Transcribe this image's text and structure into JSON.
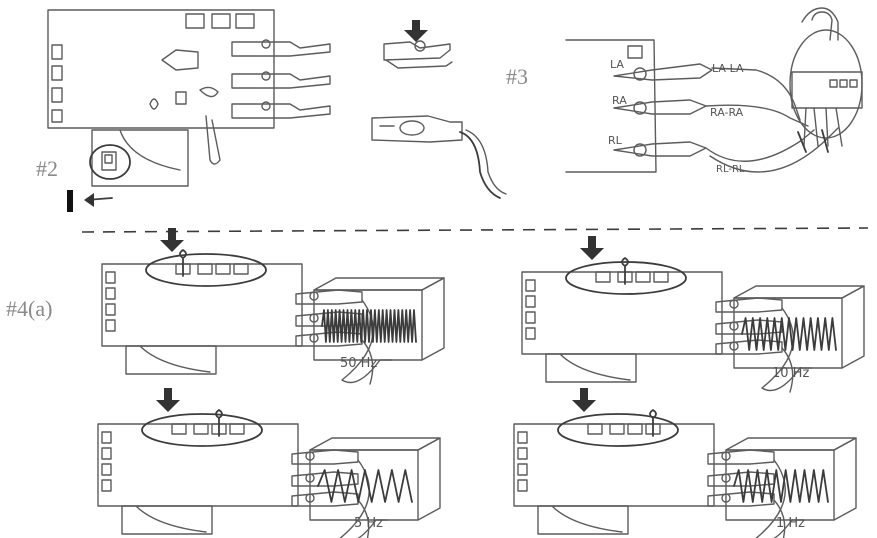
{
  "labels": {
    "step2": "#2",
    "step3": "#3",
    "step4a": "#4(a)"
  },
  "electrode_labels": {
    "la": "LA",
    "ra": "RA",
    "rl": "RL",
    "la_lead": "LA-LA",
    "ra_lead": "RA-RA",
    "rl_lead": "RL-RL"
  },
  "frequencies": {
    "panel_1": "50 Hz",
    "panel_2": "10 Hz",
    "panel_3": "5 Hz",
    "panel_4": "1 Hz"
  },
  "waveform_cycles": {
    "panel_1": 24,
    "panel_2": 13,
    "panel_3": 7,
    "panel_4": 10
  },
  "colors": {
    "pencil": "#5c5c5c",
    "pencil_dark": "#3c3c3c",
    "label_gray": "#8a8a8a",
    "arrow": "#333333"
  }
}
